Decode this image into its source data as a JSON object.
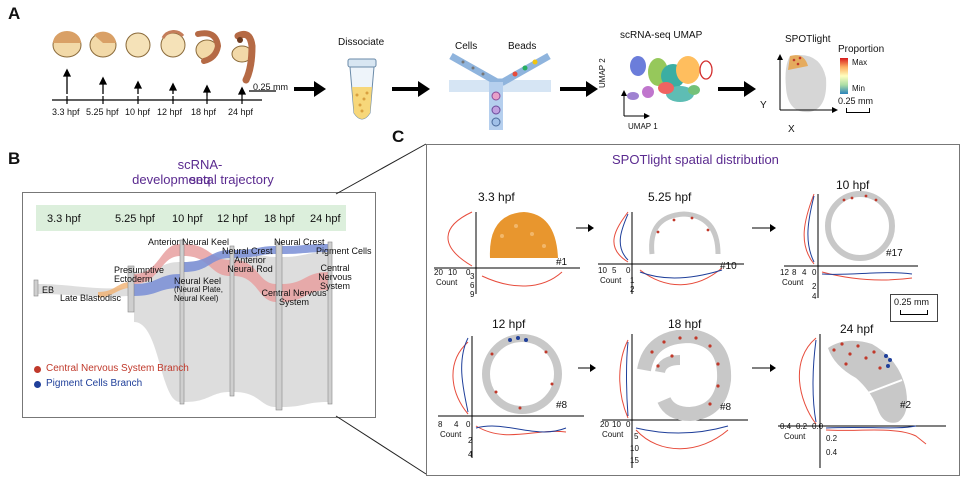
{
  "panel_a": {
    "letter": "A",
    "stages": [
      "3.3 hpf",
      "5.25 hpf",
      "10 hpf",
      "12 hpf",
      "18 hpf",
      "24 hpf"
    ],
    "scale_bar": "0.25 mm",
    "dissociate": "Dissociate",
    "cells": "Cells",
    "beads": "Beads",
    "umap_title": "scRNA-seq UMAP",
    "umap_x": "UMAP 1",
    "umap_y": "UMAP 2",
    "spotlight_title": "SPOTlight",
    "proportion": "Proportion",
    "max": "Max",
    "min": "Min",
    "spot_scale": "0.25 mm",
    "axis_x": "X",
    "axis_y": "Y",
    "colors": {
      "embryo_yolk": "#f2d9a8",
      "embryo_body": "#c47d5a",
      "arrow": "#000000"
    }
  },
  "panel_b": {
    "letter": "B",
    "title_line1": "scRNA-seq",
    "title_line2": "developmental trajectory",
    "stages": [
      "3.3 hpf",
      "5.25 hpf",
      "10 hpf",
      "12 hpf",
      "18 hpf",
      "24 hpf"
    ],
    "labels": {
      "eb": "EB",
      "late_blastodisc": "Late Blastodisc",
      "presumptive_ectoderm": "Presumptive Ectoderm",
      "anterior_neural_keel": "Anterior Neural Keel",
      "neural_keel": "Neural Keel",
      "neural_keel_sub": "(Neural Plate, Neural Keel)",
      "neural_crest_a": "Neural Crest",
      "anterior_neural_rod": "Anterior Neural Rod",
      "neural_crest_b": "Neural Crest",
      "cns_a": "Central Nervous System",
      "pigment_cells": "Pigment Cells",
      "cns_b": "Central Nervous System"
    },
    "legend": [
      {
        "label": "Central Nervous System Branch",
        "color": "#c0392b"
      },
      {
        "label": "Pigment Cells Branch",
        "color": "#1f3f9a"
      }
    ]
  },
  "panel_c": {
    "letter": "C",
    "title": "SPOTlight spatial distribution",
    "count_label": "Count",
    "scale_bar": "0.25 mm",
    "plots": [
      {
        "stage": "3.3 hpf",
        "id": "#1",
        "xticks": [
          "20",
          "10",
          "0"
        ],
        "yticks": [
          "3",
          "6",
          "9"
        ]
      },
      {
        "stage": "5.25 hpf",
        "id": "#10",
        "xticks": [
          "10",
          "5",
          "0"
        ],
        "yticks": [
          "1",
          "2"
        ]
      },
      {
        "stage": "10 hpf",
        "id": "#17",
        "xticks": [
          "12",
          "8",
          "4",
          "0"
        ],
        "yticks": [
          "2",
          "4"
        ]
      },
      {
        "stage": "12 hpf",
        "id": "#8",
        "xticks": [
          "8",
          "4",
          "0"
        ],
        "yticks": [
          "2",
          "4"
        ]
      },
      {
        "stage": "18 hpf",
        "id": "#8",
        "xticks": [
          "20",
          "10",
          "0"
        ],
        "yticks": [
          "5",
          "10",
          "15"
        ]
      },
      {
        "stage": "24 hpf",
        "id": "#2",
        "xticks": [
          "0.4",
          "0.2",
          "0.0"
        ],
        "yticks": [
          "0.2",
          "0.4"
        ]
      }
    ]
  }
}
